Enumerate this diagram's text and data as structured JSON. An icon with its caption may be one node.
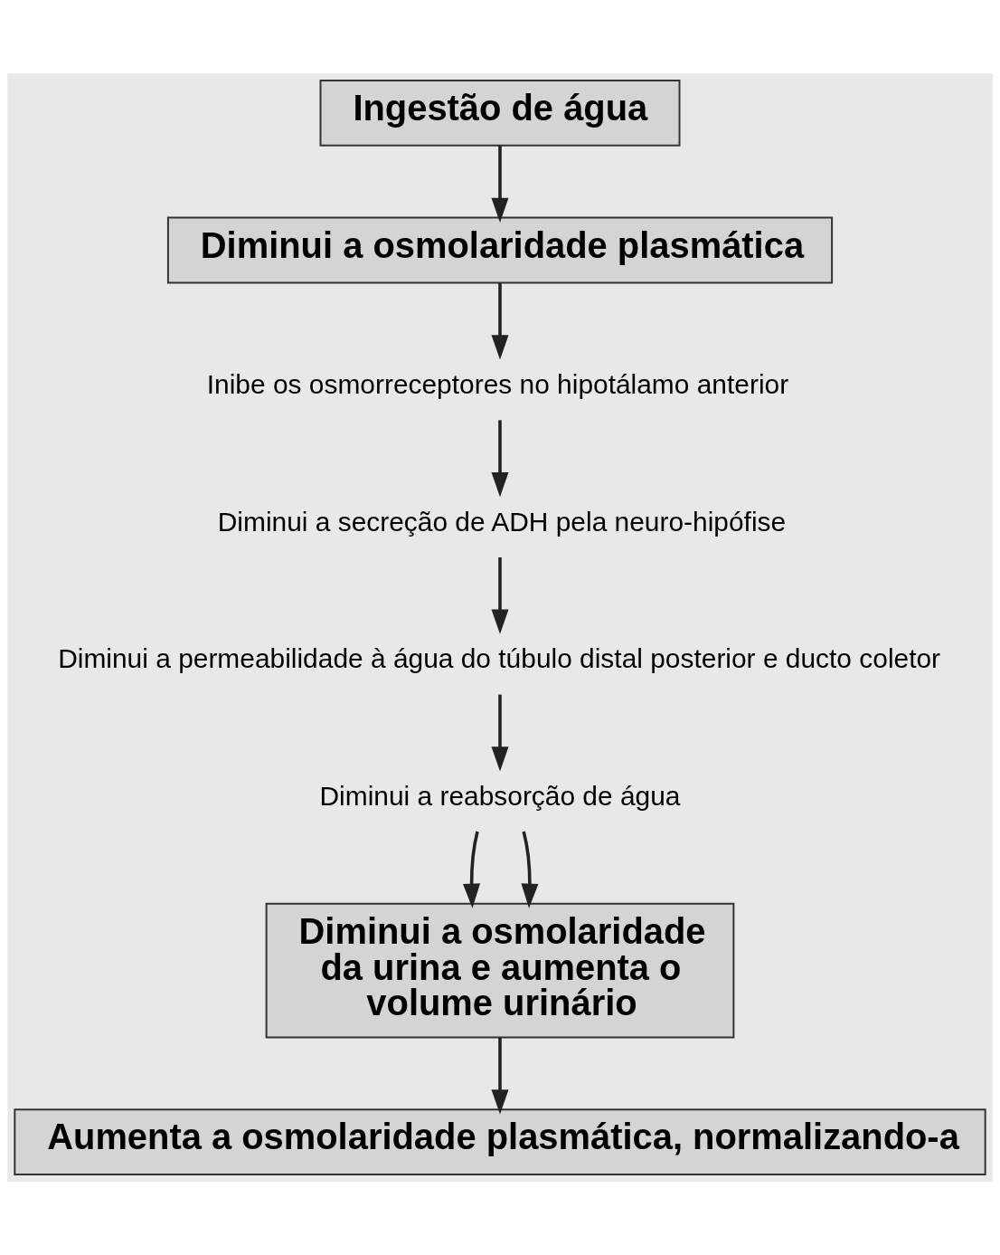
{
  "diagram": {
    "nodes": [
      {
        "text": [
          "Ingestão de água"
        ]
      },
      {
        "text": [
          "Diminui a osmolaridade plasmática"
        ]
      },
      {
        "text": [
          "Inibe os osmorreceptores no hipotálamo anterior"
        ]
      },
      {
        "text": [
          "Diminui a secreção de ADH pela neuro-hipófise"
        ]
      },
      {
        "text": [
          "Diminui a permeabilidade à água do túbulo distal posterior e ducto coletor"
        ]
      },
      {
        "text": [
          "Diminui a reabsorção de água"
        ]
      },
      {
        "text": [
          "Diminui a osmolaridade da urina e aumenta o volume urinário"
        ]
      },
      {
        "text": [
          "Aumenta a osmolaridade plasmática, normalizando-a"
        ]
      }
    ],
    "edges": [
      {
        "from": 0,
        "to": 1,
        "arrow": "to"
      },
      {
        "from": 1,
        "to": 2,
        "arrow": "to"
      },
      {
        "from": 2,
        "to": 3,
        "arrow": "to"
      },
      {
        "from": 3,
        "to": 4,
        "arrow": "to"
      },
      {
        "from": 4,
        "to": 5,
        "arrow": "to"
      },
      {
        "from": 5,
        "to": 6,
        "arrow": "to"
      },
      {
        "from": 5,
        "to": 6,
        "arrow": "to"
      },
      {
        "from": 6,
        "to": 7,
        "arrow": "to"
      }
    ]
  }
}
